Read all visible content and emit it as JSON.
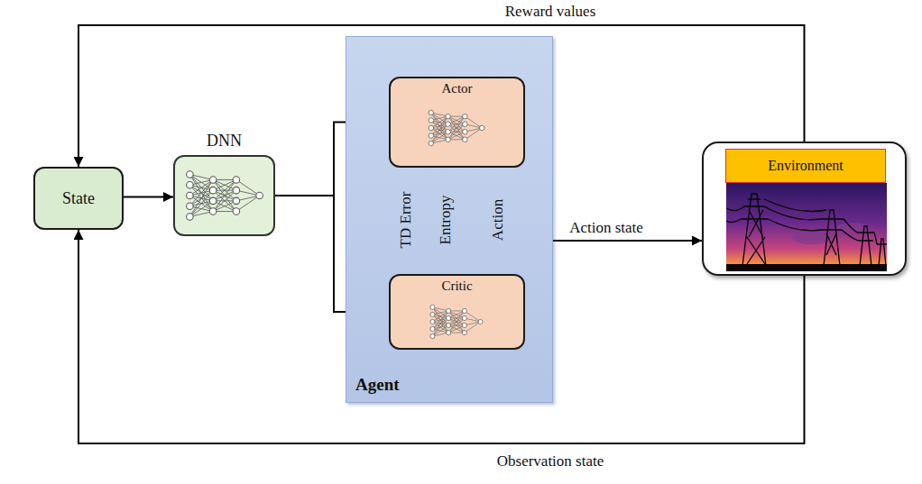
{
  "diagram": {
    "nodes": [
      {
        "text": [
          "State"
        ]
      },
      {
        "text": [
          "DNN"
        ]
      },
      {
        "text": [
          "Agent"
        ]
      },
      {
        "text": [
          "Actor"
        ],
        "in": 2
      },
      {
        "text": [
          "Critic"
        ],
        "in": 2
      },
      {
        "text": [
          "Environment"
        ]
      }
    ],
    "edges": [
      {
        "from": 0,
        "to": 1,
        "arrow": "to"
      },
      {
        "from": 1,
        "to": 3,
        "arrow": "to"
      },
      {
        "from": 1,
        "to": 4,
        "arrow": "to"
      },
      {
        "from": 4,
        "to": 3,
        "label": "TD Error",
        "arrow": "to"
      },
      {
        "from": 3,
        "to": 4,
        "label": "Entropy",
        "arrow": "to"
      },
      {
        "from": 3,
        "to": 4,
        "label": "Action",
        "arrow": "to"
      },
      {
        "from": 3,
        "to": 5,
        "label": "Action state",
        "arrow": "to"
      },
      {
        "from": 5,
        "to": 0,
        "label": "Reward values",
        "arrow": "to"
      },
      {
        "from": 5,
        "to": 0,
        "label": "Observation state",
        "arrow": "to"
      }
    ]
  }
}
